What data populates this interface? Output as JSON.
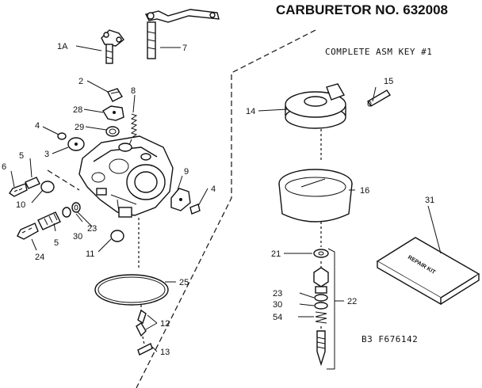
{
  "title": "CARBURETOR NO. 632008",
  "note": "COMPLETE ASM KEY #1",
  "figure_code": "B3   F676142",
  "repair_kit_label": "REPAIR KIT",
  "callouts": {
    "c1A": "1A",
    "c2": "2",
    "c3": "3",
    "c4a": "4",
    "c4b": "4",
    "c5a": "5",
    "c5b": "5",
    "c6": "6",
    "c7": "7",
    "c8": "8",
    "c9": "9",
    "c10": "10",
    "c11": "11",
    "c12": "12",
    "c13": "13",
    "c14": "14",
    "c15": "15",
    "c16": "16",
    "c21": "21",
    "c22": "22",
    "c23a": "23",
    "c23b": "23",
    "c24": "24",
    "c25": "25",
    "c28": "28",
    "c29": "29",
    "c30a": "30",
    "c30b": "30",
    "c31": "31",
    "c54": "54"
  }
}
